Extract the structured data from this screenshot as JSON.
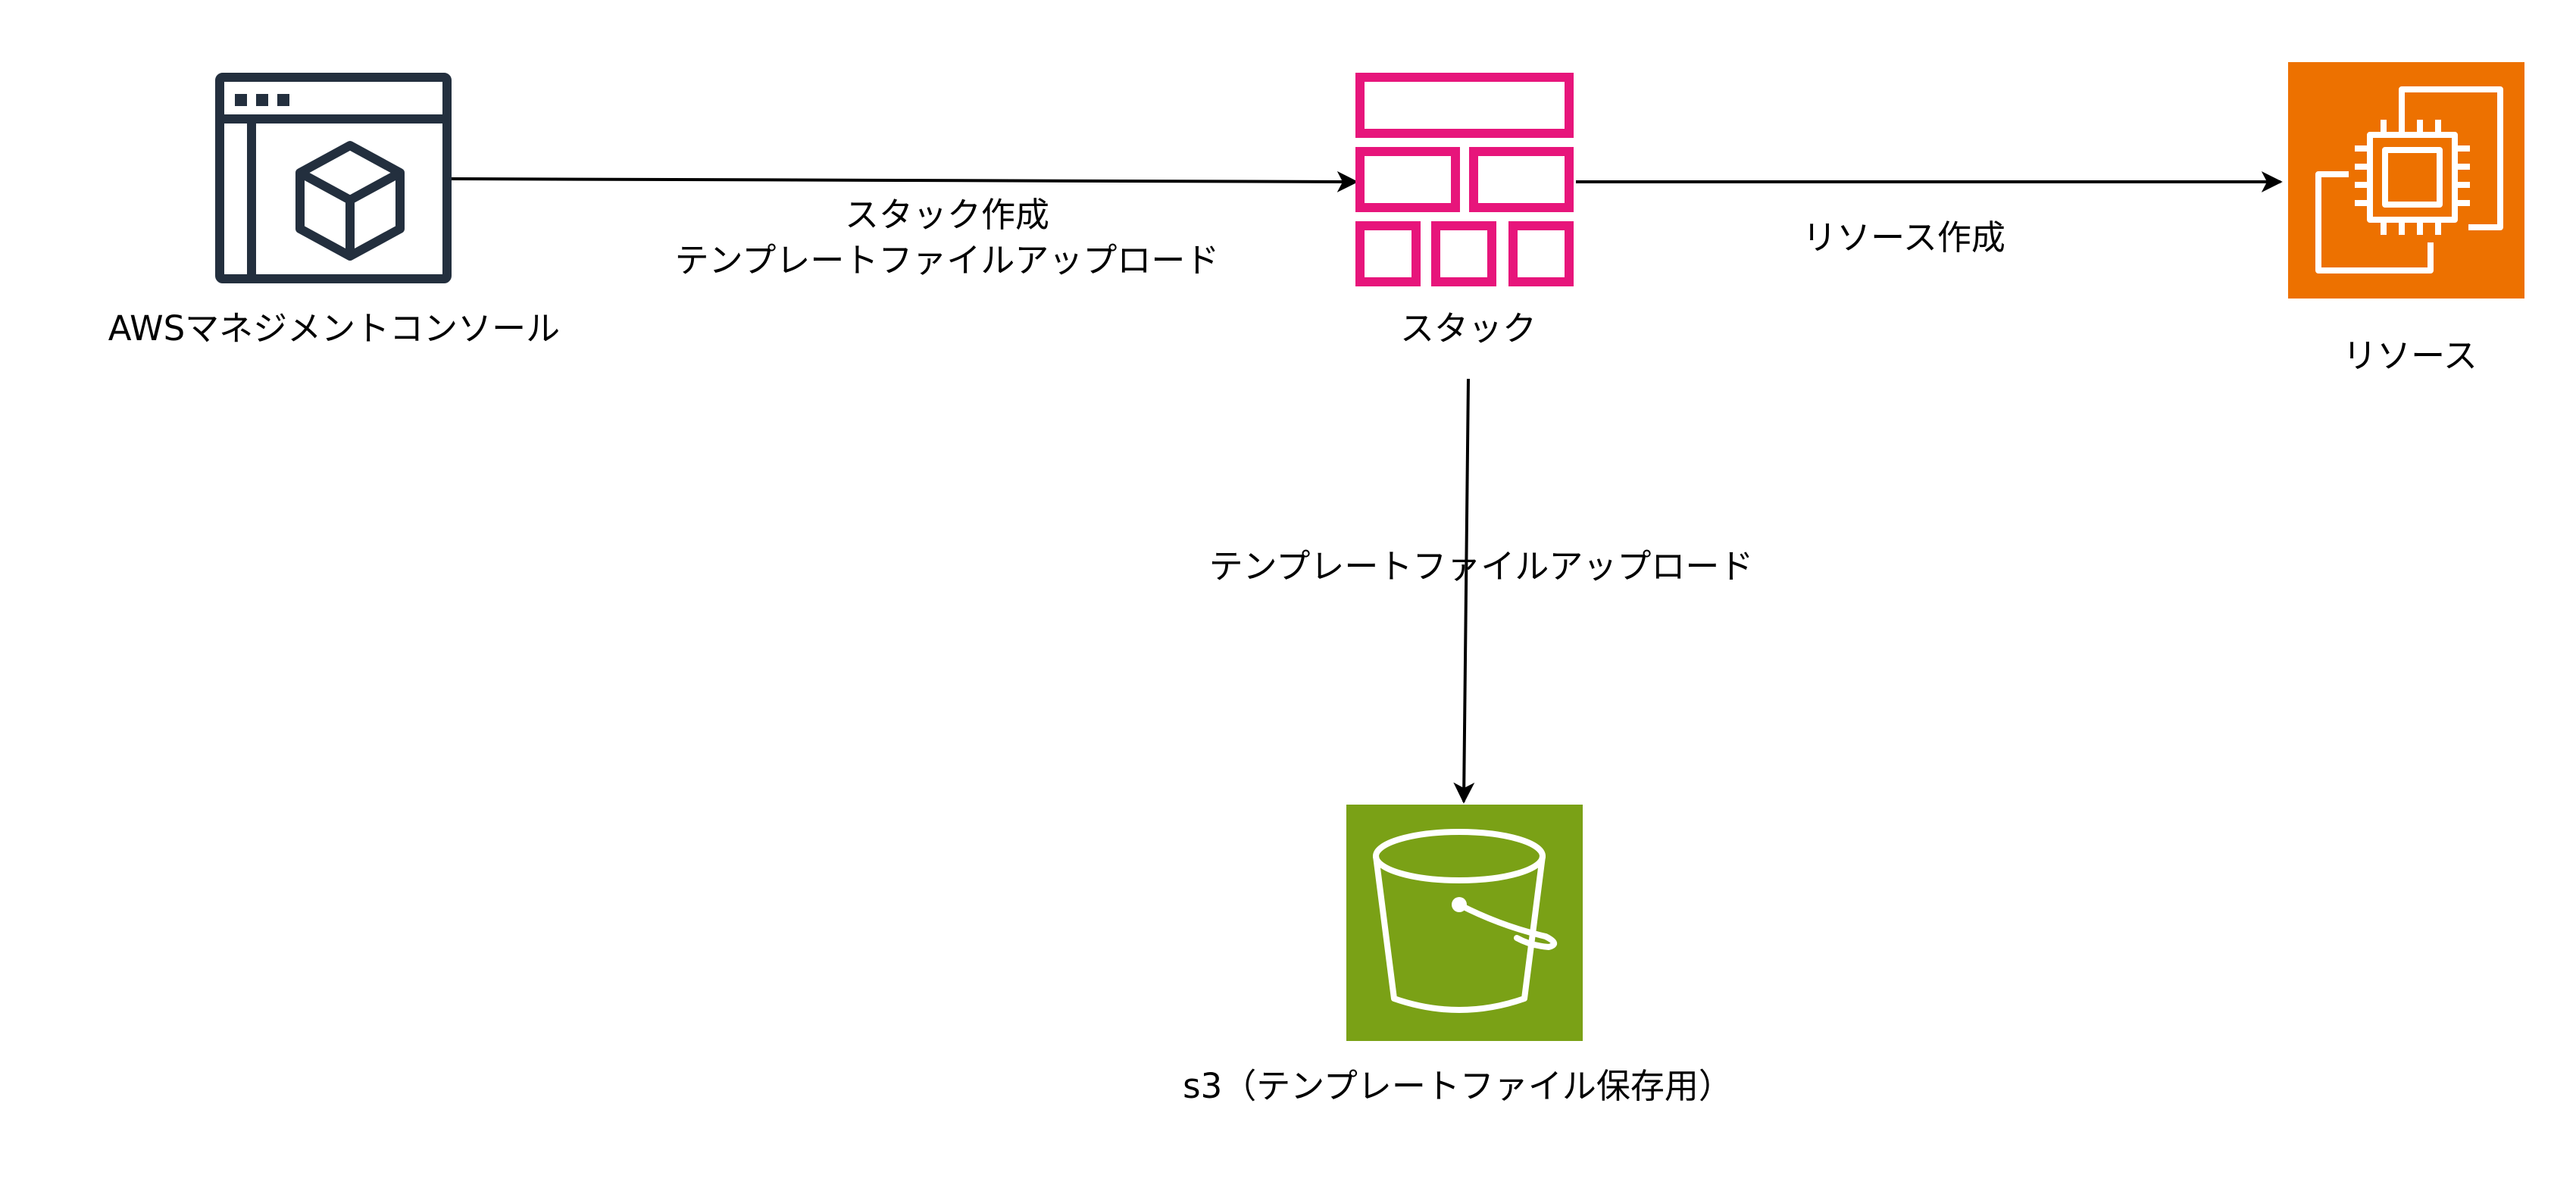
{
  "nodes": {
    "console": {
      "label": "AWSマネジメントコンソール",
      "icon": "management-console-icon"
    },
    "stack": {
      "label": "スタック",
      "icon": "cloudformation-stack-icon"
    },
    "resource": {
      "label": "リソース",
      "icon": "ec2-instance-icon"
    },
    "s3": {
      "label": "s3（テンプレートファイル保存用）",
      "icon": "s3-bucket-icon"
    }
  },
  "edges": {
    "console_to_stack": {
      "line1": "スタック作成",
      "line2": "テンプレートファイルアップロード"
    },
    "stack_to_resource": {
      "label": "リソース作成"
    },
    "stack_to_s3": {
      "label": "テンプレートファイルアップロード"
    }
  },
  "colors": {
    "console": "#232F3E",
    "stack": "#E7157B",
    "resource": "#ED7100",
    "s3": "#7AA116",
    "edge": "#000000"
  }
}
